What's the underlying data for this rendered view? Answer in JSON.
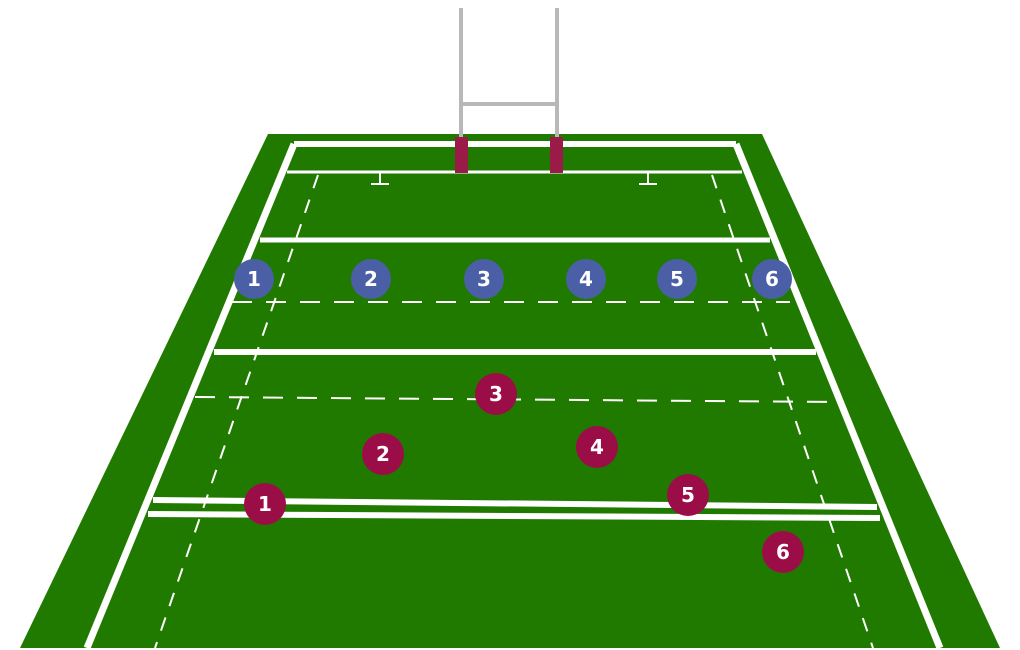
{
  "colors": {
    "grass": "#217a00",
    "lines": "#ffffff",
    "posts": "#b8b8b8",
    "post_pads": "#9b1b48",
    "blue_team": "#4a5fa6",
    "red_team": "#9b0d47"
  },
  "blue_team": [
    {
      "number": "1"
    },
    {
      "number": "2"
    },
    {
      "number": "3"
    },
    {
      "number": "4"
    },
    {
      "number": "5"
    },
    {
      "number": "6"
    }
  ],
  "red_team": [
    {
      "number": "1"
    },
    {
      "number": "2"
    },
    {
      "number": "3"
    },
    {
      "number": "4"
    },
    {
      "number": "5"
    },
    {
      "number": "6"
    }
  ]
}
